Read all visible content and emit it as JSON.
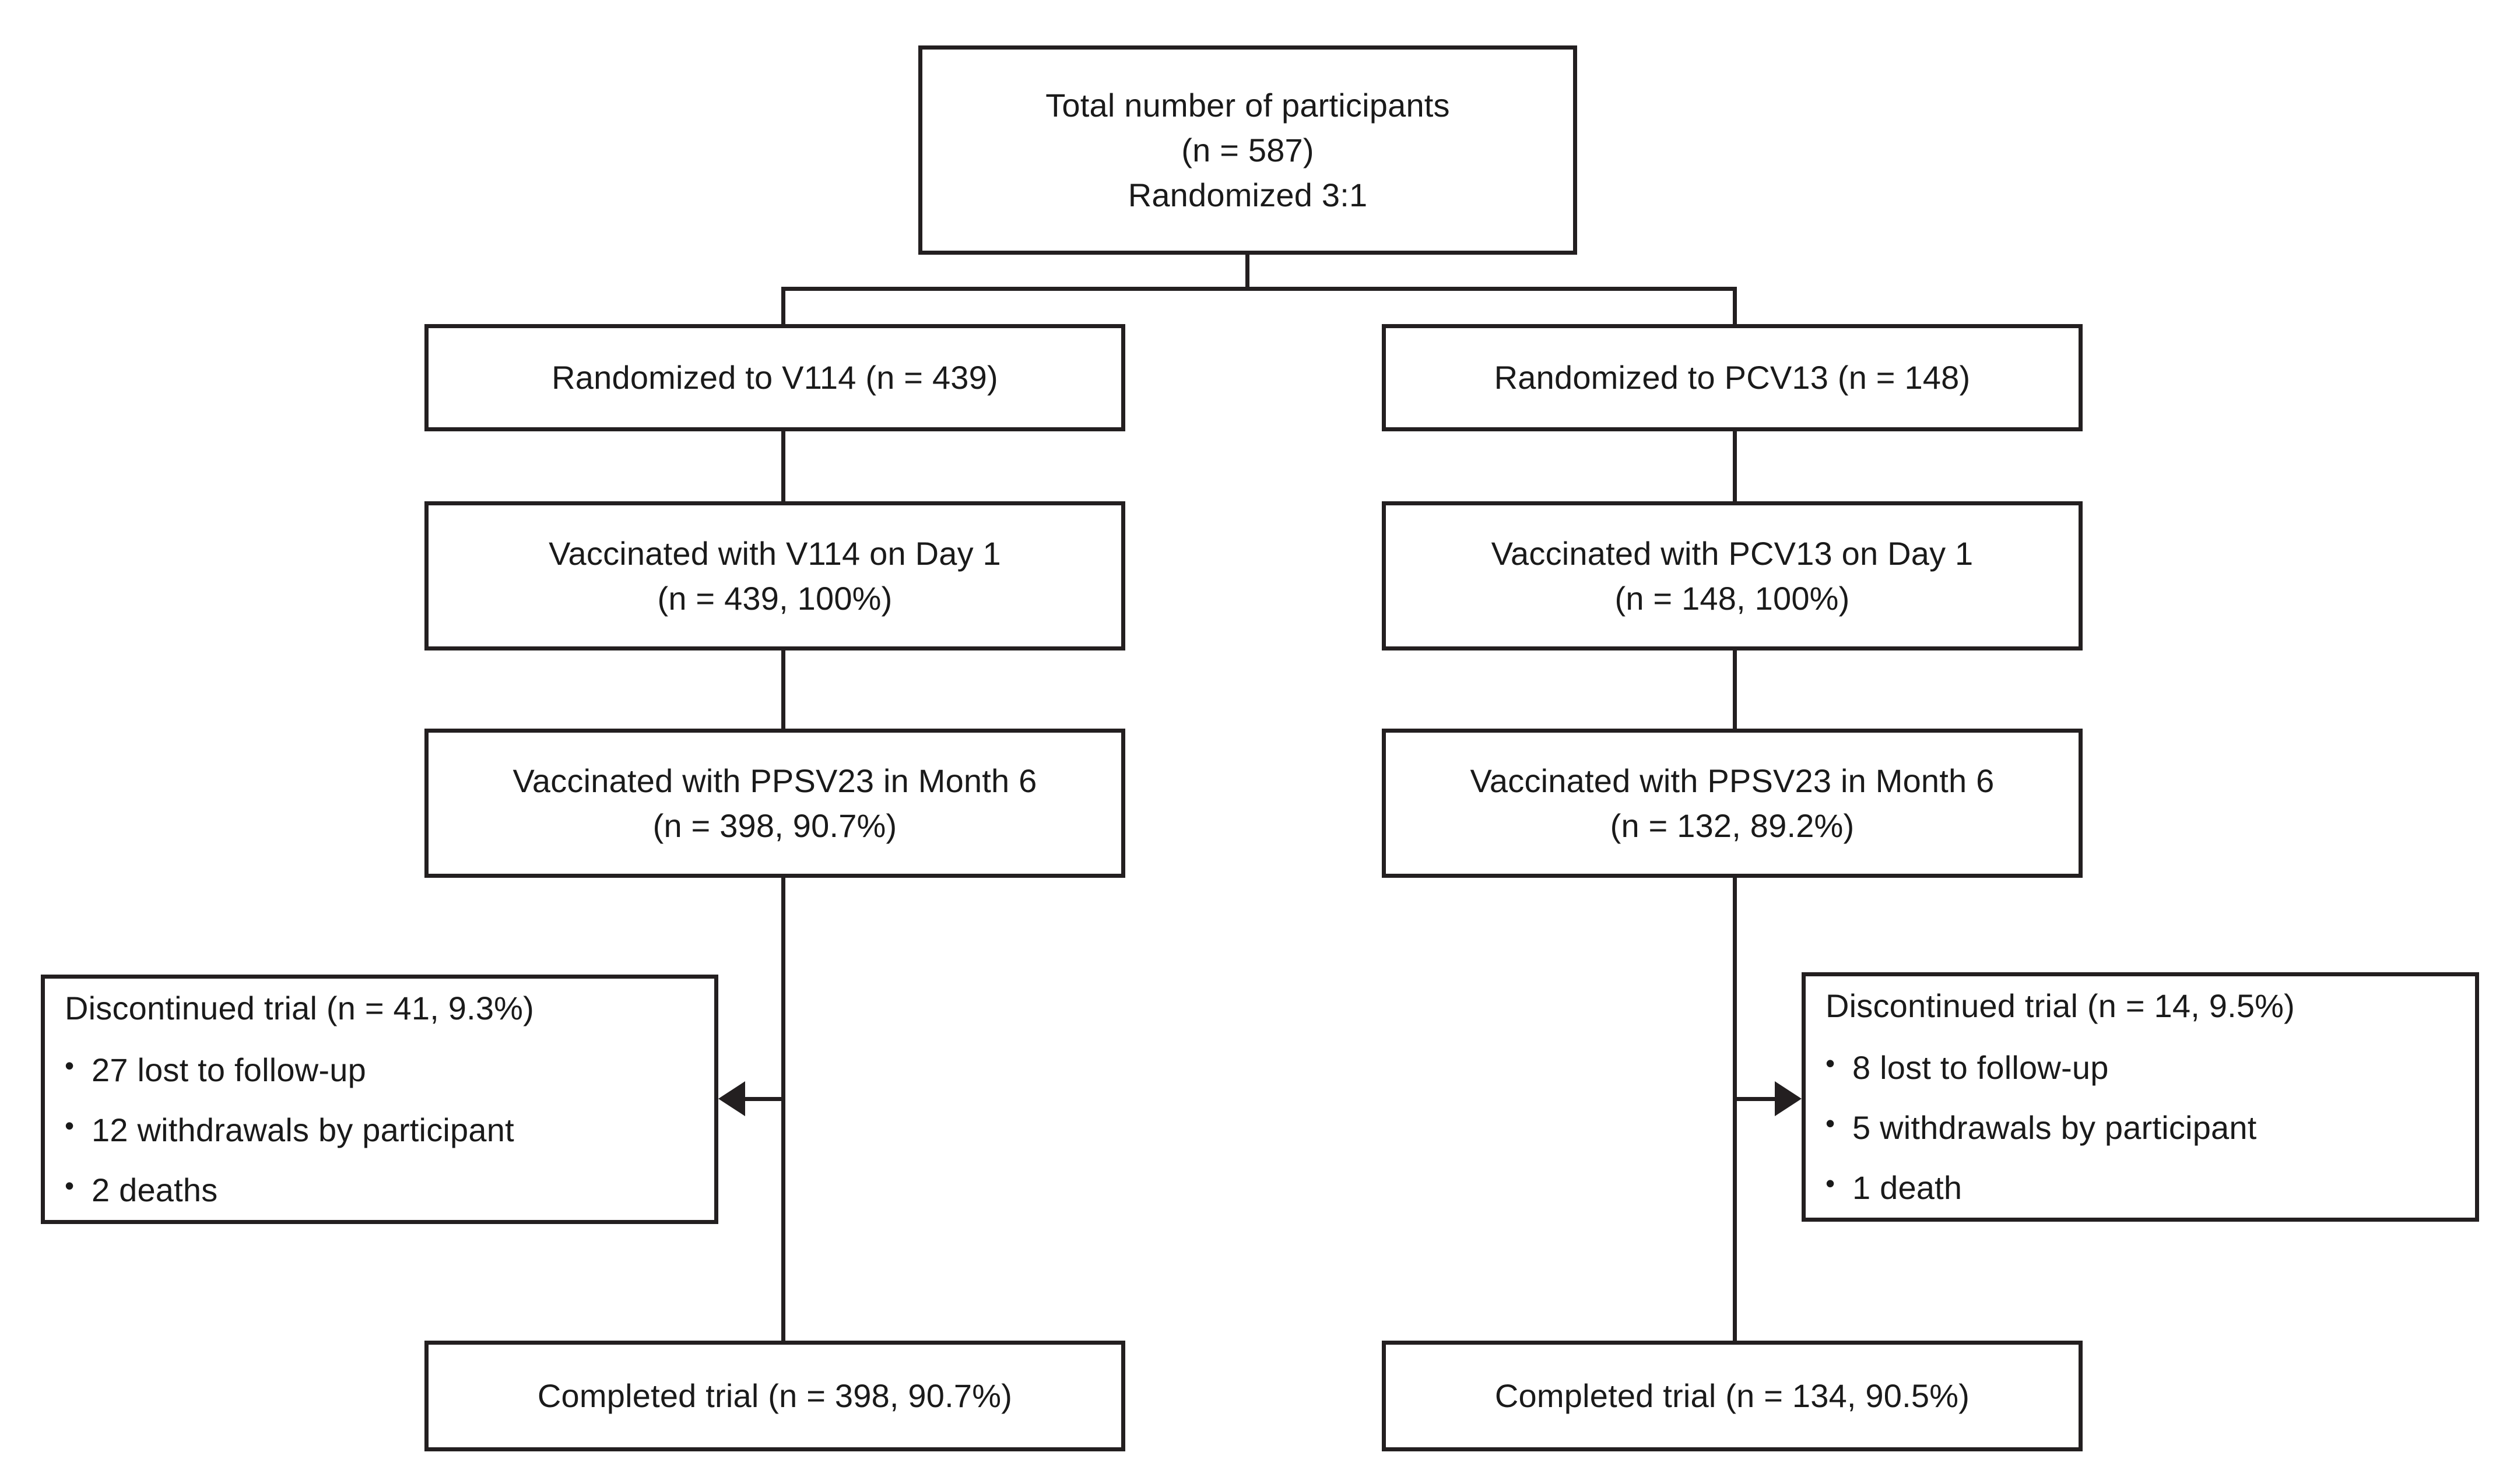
{
  "diagram": {
    "title": "CONSORT participant flow diagram",
    "line_color": "#231f20",
    "background_color": "#ffffff",
    "text_color": "#1a1a1a"
  },
  "nodes": {
    "total": {
      "lines": [
        "Total number of participants",
        "(n = 587)",
        "Randomized 3:1"
      ]
    },
    "randomized_v114": {
      "lines": [
        "Randomized to V114 (n = 439)"
      ]
    },
    "randomized_pcv13": {
      "lines": [
        "Randomized to PCV13 (n = 148)"
      ]
    },
    "vaccinated_v114": {
      "lines": [
        "Vaccinated with V114 on Day 1",
        "(n = 439, 100%)"
      ]
    },
    "vaccinated_pcv13": {
      "lines": [
        "Vaccinated with PCV13 on Day 1",
        "(n = 148, 100%)"
      ]
    },
    "ppsv23_left": {
      "lines": [
        "Vaccinated with PPSV23 in Month 6",
        "(n = 398, 90.7%)"
      ]
    },
    "ppsv23_right": {
      "lines": [
        "Vaccinated with PPSV23 in Month 6",
        "(n = 132, 89.2%)"
      ]
    },
    "discontinued_left": {
      "heading": "Discontinued trial (n = 41, 9.3%)",
      "bullet_char": "•",
      "bullets": [
        "27 lost to follow-up",
        "12 withdrawals by participant",
        "2 deaths"
      ]
    },
    "discontinued_right": {
      "heading": "Discontinued trial (n = 14, 9.5%)",
      "bullet_char": "•",
      "bullets": [
        "8 lost to follow-up",
        "5 withdrawals by participant",
        "1 death"
      ]
    },
    "completed_left": {
      "lines": [
        "Completed trial (n = 398, 90.7%)"
      ]
    },
    "completed_right": {
      "lines": [
        "Completed trial (n = 134, 90.5%)"
      ]
    }
  },
  "chart_data": {
    "type": "diagram",
    "title": "CONSORT participant flow",
    "arms": [
      {
        "name": "V114",
        "randomized": 439,
        "vaccinated_day1": 439,
        "vaccinated_day1_pct": "100%",
        "ppsv23_month6": 398,
        "ppsv23_month6_pct": "90.7%",
        "discontinued": 41,
        "discontinued_pct": "9.3%",
        "lost_to_follow_up": 27,
        "withdrawals_by_participant": 12,
        "deaths": 2,
        "completed": 398,
        "completed_pct": "90.7%"
      },
      {
        "name": "PCV13",
        "randomized": 148,
        "vaccinated_day1": 148,
        "vaccinated_day1_pct": "100%",
        "ppsv23_month6": 132,
        "ppsv23_month6_pct": "89.2%",
        "discontinued": 14,
        "discontinued_pct": "9.5%",
        "lost_to_follow_up": 8,
        "withdrawals_by_participant": 5,
        "deaths": 1,
        "completed": 134,
        "completed_pct": "90.5%"
      }
    ],
    "total_participants": 587,
    "randomization_ratio": "3:1"
  }
}
